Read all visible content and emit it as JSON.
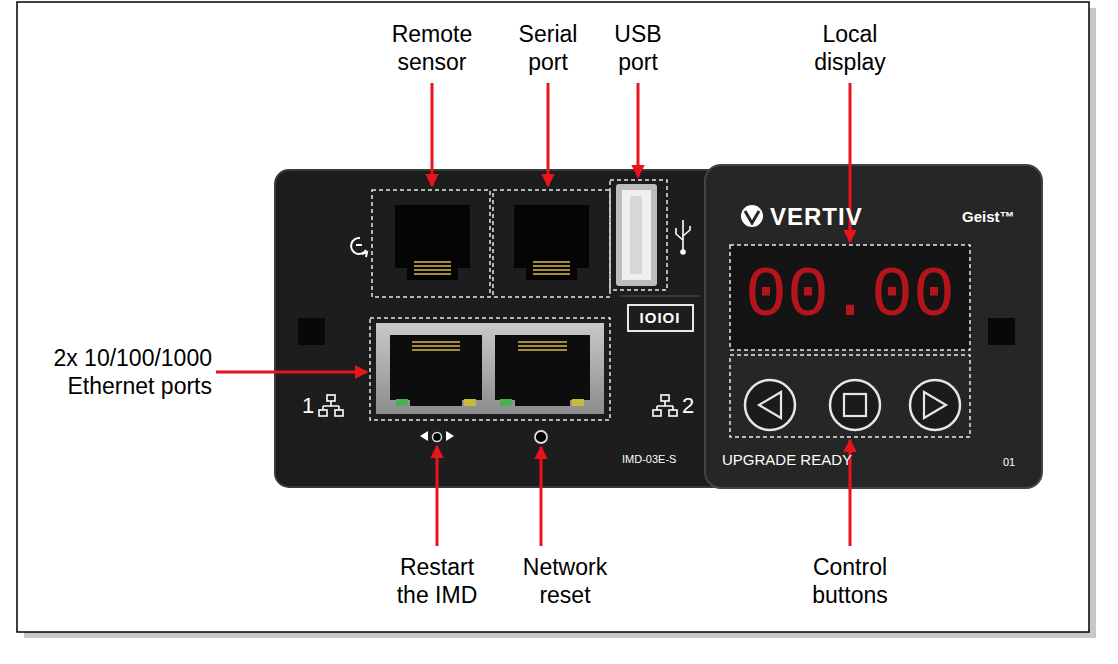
{
  "diagram": {
    "labels": [
      "Remote sensor",
      "Serial port",
      "USB port",
      "Local display",
      "2x 10/100/1000 Ethernet ports",
      "Restart the IMD",
      "Network reset",
      "Control buttons",
      "VERTIV",
      "Geist™",
      "00.00",
      "IOIOI",
      "1",
      "2",
      "IMD-03E-S",
      "UPGRADE READY",
      "01"
    ]
  }
}
